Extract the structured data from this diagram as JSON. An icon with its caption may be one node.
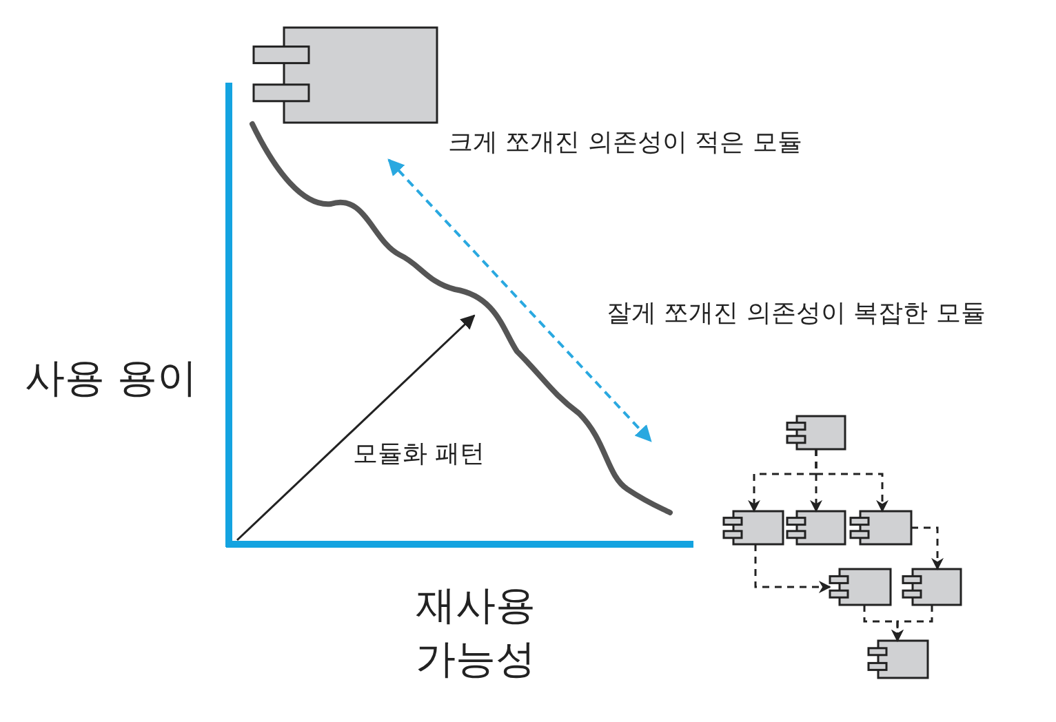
{
  "diagram": {
    "nodes": [
      {
        "text": [],
        "shape": "box"
      },
      {
        "text": [],
        "shape": "box"
      },
      {
        "text": [],
        "shape": "box"
      },
      {
        "text": [],
        "shape": "box"
      },
      {
        "text": [],
        "shape": "box"
      },
      {
        "text": [],
        "shape": "box"
      },
      {
        "text": [],
        "shape": "box"
      },
      {
        "text": [],
        "shape": "box"
      }
    ],
    "edges": [
      {
        "from": 1,
        "to": 2,
        "arrow": "to",
        "style": "dashed"
      },
      {
        "from": 1,
        "to": 3,
        "arrow": "to",
        "style": "dashed"
      },
      {
        "from": 1,
        "to": 4,
        "arrow": "to",
        "style": "dashed"
      },
      {
        "from": 4,
        "to": 6,
        "arrow": "to",
        "style": "dashed"
      },
      {
        "from": 2,
        "to": 5,
        "arrow": "to",
        "style": "dashed"
      },
      {
        "from": 5,
        "to": 7,
        "arrow": "to",
        "style": "dashed"
      },
      {
        "from": 6,
        "to": 7,
        "arrow": "to",
        "style": "dashed"
      }
    ],
    "labels": [
      "크게 쪼개진 의존성이 적은 모듈",
      "잘게 쪼개진 의존성이 복잡한 모듈",
      "사용 용이",
      "모듈화 패턴",
      "재사용 가능성"
    ]
  }
}
